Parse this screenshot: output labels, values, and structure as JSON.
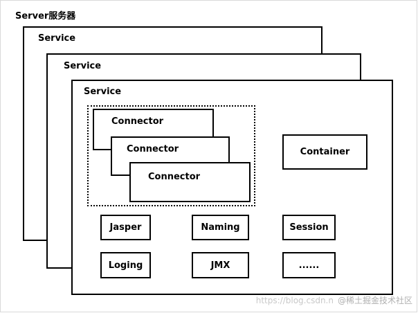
{
  "server": {
    "title": "Server服务器"
  },
  "services": [
    {
      "title": "Service"
    },
    {
      "title": "Service"
    },
    {
      "title": "Service"
    }
  ],
  "connectors": [
    {
      "label": "Connector"
    },
    {
      "label": "Connector"
    },
    {
      "label": "Connector"
    }
  ],
  "container": {
    "label": "Container"
  },
  "components": {
    "row1": [
      {
        "label": "Jasper"
      },
      {
        "label": "Naming"
      },
      {
        "label": "Session"
      }
    ],
    "row2": [
      {
        "label": "Loging"
      },
      {
        "label": "JMX"
      },
      {
        "label": "......"
      }
    ]
  },
  "watermark": {
    "url": "https://blog.csdn.n",
    "brand": "@稀土掘金技术社区"
  }
}
